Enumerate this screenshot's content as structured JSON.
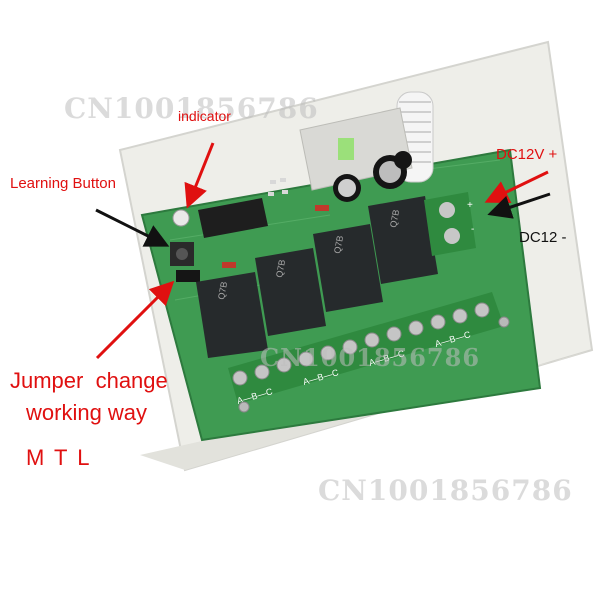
{
  "colors": {
    "annotation_red": "#e01010",
    "annotation_black": "#111111",
    "pcb_green": "#3f9b52",
    "relay_black": "#262a2c",
    "terminal_green": "#2f8a3f",
    "case_white": "#f1f1ec"
  },
  "labels": {
    "indicator": "indicator",
    "learning_button": "Learning Button",
    "dc_plus": "DC12V +",
    "dc_minus": "DC12 -",
    "jumper_line1": "Jumper  change",
    "jumper_line2": "working way",
    "modes": "M T L"
  },
  "watermarks": {
    "top": "CN1001856786",
    "middle": "CN1001856786",
    "bottom": "CN1001856786"
  },
  "board": {
    "relay_count": 4,
    "terminal_groups": [
      "A—B—C",
      "A—B—C",
      "A—B—C",
      "A—B—C"
    ],
    "relay_model": "Q7B"
  },
  "icons": [
    "arrow-icon",
    "led-icon",
    "button-icon",
    "antenna-icon",
    "capacitor-icon"
  ]
}
